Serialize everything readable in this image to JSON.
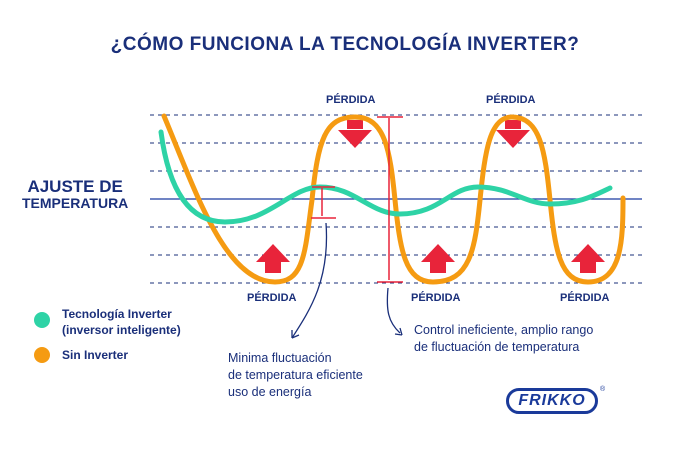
{
  "title": "¿CÓMO FUNCIONA LA TECNOLOGÍA INVERTER?",
  "axis_label": {
    "line1": "AJUSTE DE",
    "line2": "TEMPERATURA"
  },
  "loss_label": "PÉRDIDA",
  "legend": [
    {
      "label_line1": "Tecnología Inverter",
      "label_line2": "(inversor inteligente)",
      "color": "#2ed3a6"
    },
    {
      "label_line1": "Sin Inverter",
      "label_line2": "",
      "color": "#f59b12"
    }
  ],
  "notes": {
    "inverter": [
      "Minima fluctuación",
      "de temperatura eficiente",
      "uso de energía"
    ],
    "no_inverter": [
      "Control ineficiente, amplio rango",
      "de fluctuación de temperatura"
    ]
  },
  "brand": {
    "name": "FRIKKO",
    "mark": "®"
  },
  "colors": {
    "navy": "#1a2f7a",
    "teal": "#2ed3a6",
    "orange": "#f59b12",
    "red": "#e8243a"
  }
}
